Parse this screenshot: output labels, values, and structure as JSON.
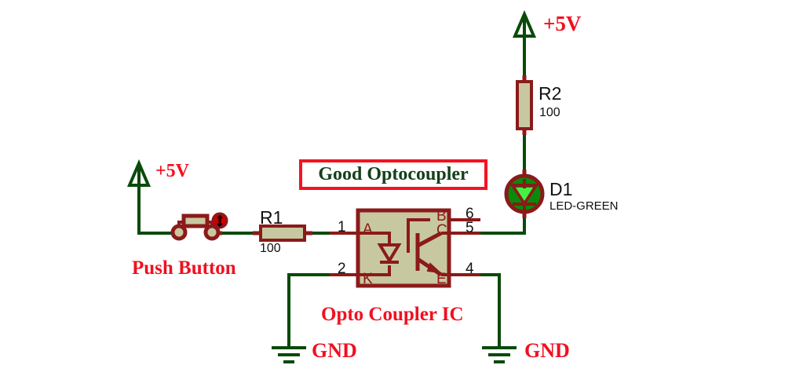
{
  "diagram": {
    "title_box": {
      "text": "Good Optocoupler"
    },
    "colors": {
      "wire_green": "#0a4a0a",
      "component_red": "#8b1a1a",
      "component_fill": "#c8c8a0",
      "label_red": "#f01020",
      "title_green": "#14401a",
      "title_border_red": "#f41322",
      "led_body_green": "#0a8a0a",
      "led_lit_green": "#44f044",
      "pin_number_black": "#111111",
      "background": "#ffffff"
    },
    "power_symbols": [
      {
        "name": "supply-top-right",
        "label": "+5V"
      },
      {
        "name": "supply-left",
        "label": "+5V"
      }
    ],
    "ground_symbols": [
      {
        "name": "ground-left",
        "label": "GND"
      },
      {
        "name": "ground-right",
        "label": "GND"
      }
    ],
    "components": {
      "r1": {
        "ref": "R1",
        "value": "100",
        "orientation": "horizontal"
      },
      "r2": {
        "ref": "R2",
        "value": "100",
        "orientation": "vertical"
      },
      "d1": {
        "ref": "D1",
        "value": "LED-GREEN",
        "state": "lit"
      },
      "push_button": {
        "label": "Push Button"
      },
      "optocoupler": {
        "label": "Opto Coupler IC",
        "pins": [
          {
            "number": "1",
            "name": "A",
            "side": "left"
          },
          {
            "number": "2",
            "name": "K",
            "side": "left"
          },
          {
            "number": "6",
            "name": "B",
            "side": "right"
          },
          {
            "number": "5",
            "name": "C",
            "side": "right"
          },
          {
            "number": "4",
            "name": "E",
            "side": "right"
          }
        ]
      }
    }
  }
}
